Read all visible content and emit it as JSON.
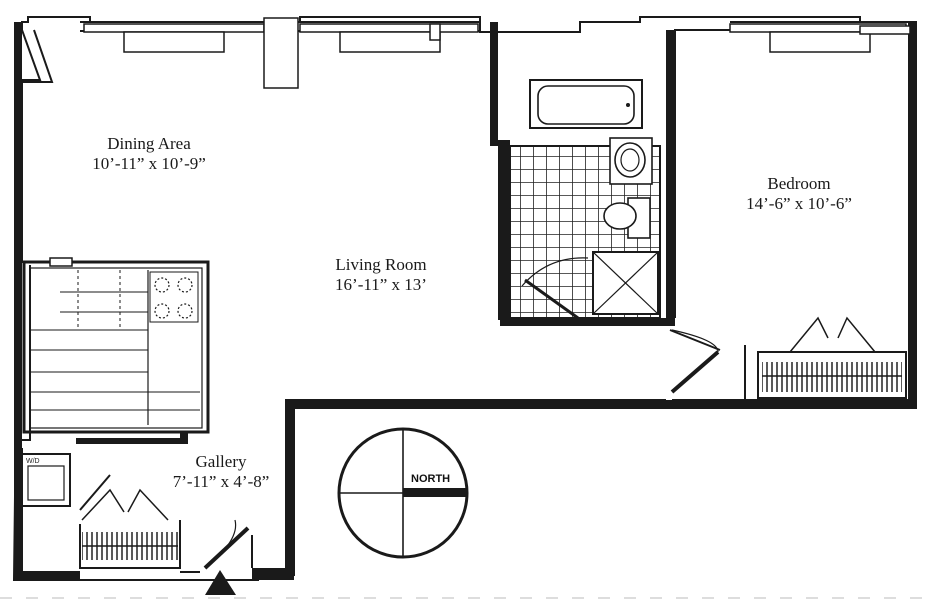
{
  "rooms": {
    "dining": {
      "name": "Dining Area",
      "dims": "10’-11” x 10’-9”"
    },
    "living": {
      "name": "Living Room",
      "dims": "16’-11” x 13’"
    },
    "bedroom": {
      "name": "Bedroom",
      "dims": "14’-6” x 10’-6”"
    },
    "gallery": {
      "name": "Gallery",
      "dims": "7’-11” x 4’-8”"
    }
  },
  "compass": {
    "label": "NORTH"
  },
  "appliance": {
    "label": "W/D"
  },
  "colors": {
    "line": "#1a1a1a",
    "paper": "#ffffff"
  }
}
